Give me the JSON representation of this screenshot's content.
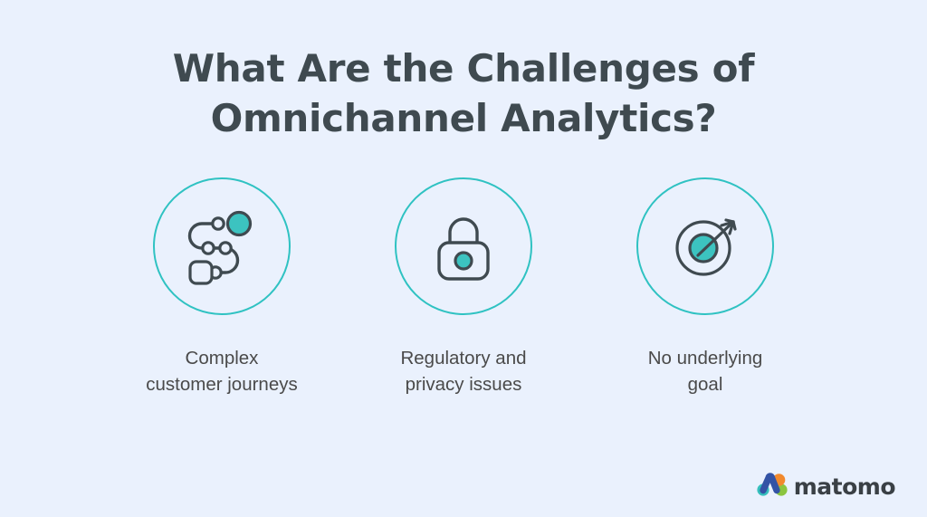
{
  "background_color": "#eaf1fd",
  "title": {
    "line1": "What Are the Challenges of",
    "line2": "Omnichannel Analytics?",
    "color": "#3f4a50"
  },
  "accent": {
    "ring_color": "#2fc2c2",
    "teal_fill": "#3cc3c0",
    "stroke_color": "#3f4a50"
  },
  "cards": [
    {
      "icon_name": "customer-journey-icon",
      "caption_line1": "Complex",
      "caption_line2": "customer journeys"
    },
    {
      "icon_name": "padlock-icon",
      "caption_line1": "Regulatory and",
      "caption_line2": "privacy issues"
    },
    {
      "icon_name": "target-arrow-icon",
      "caption_line1": "No underlying",
      "caption_line2": "goal"
    }
  ],
  "logo": {
    "wordmark": "matomo",
    "mark_colors": {
      "teal": "#35bfbc",
      "blue": "#3353a5",
      "orange": "#f1892d",
      "green": "#8bc53f"
    }
  }
}
